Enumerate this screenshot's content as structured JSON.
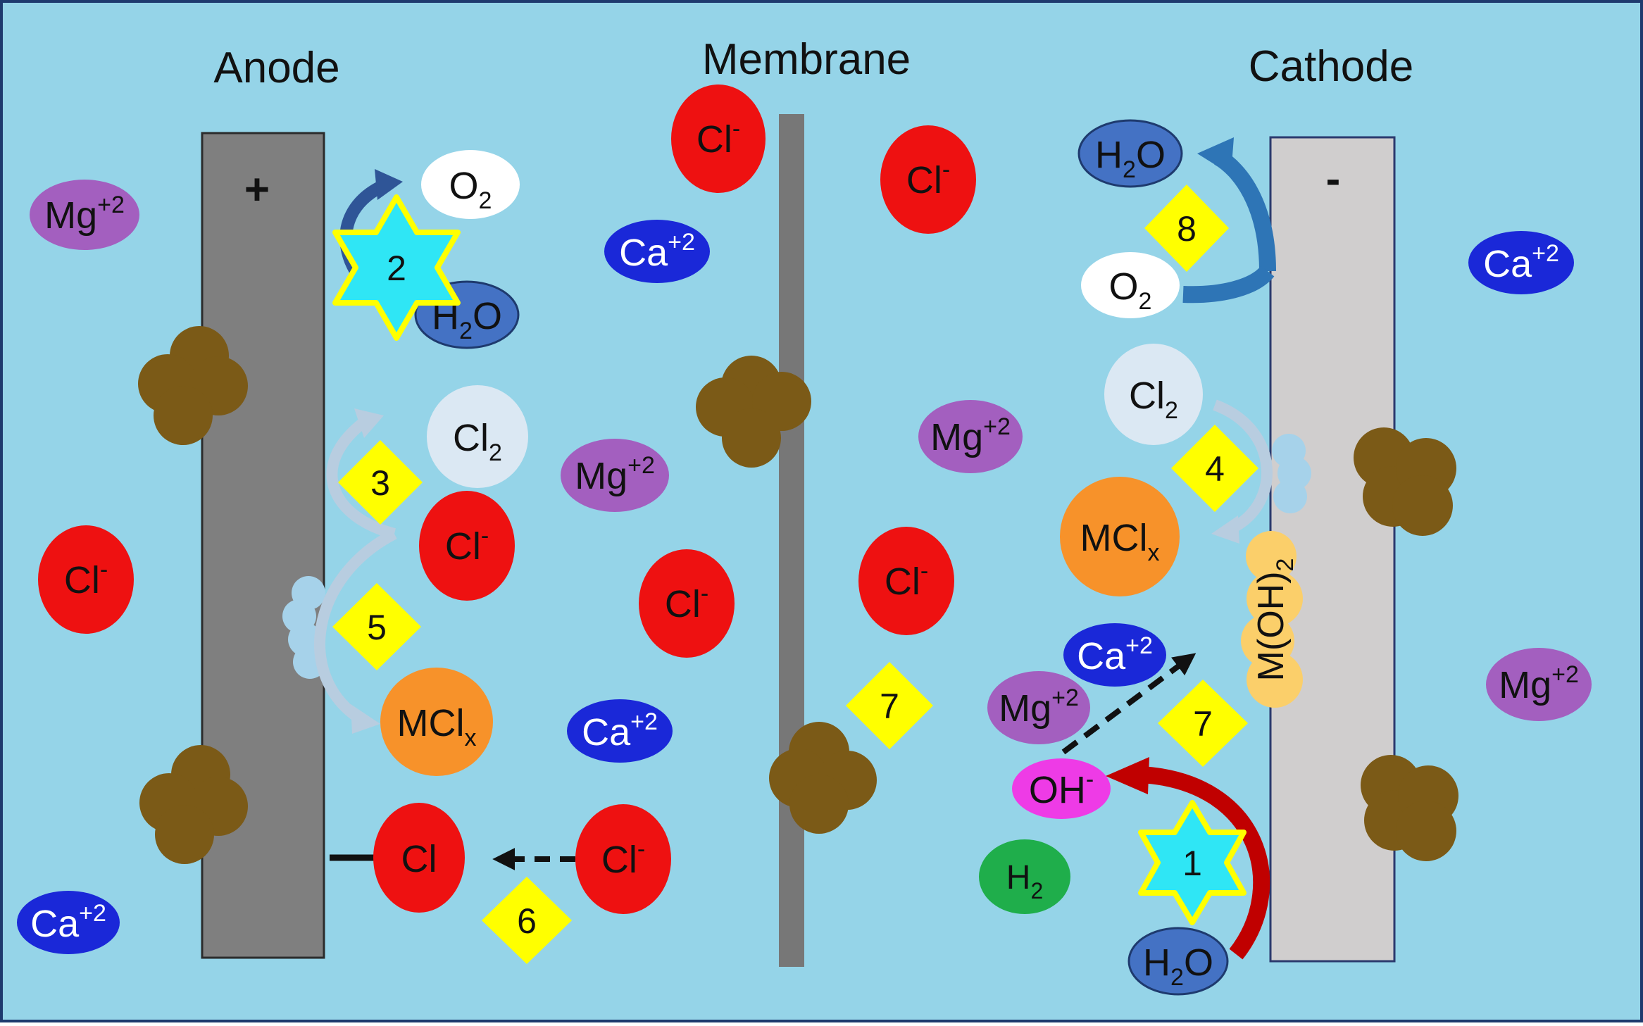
{
  "headers": {
    "anode": "Anode",
    "membrane": "Membrane",
    "cathode": "Cathode"
  },
  "electrodes": {
    "anode_sign": "+",
    "cathode_sign": "-"
  },
  "ions": {
    "cl_minus": "Cl",
    "cl_minus_sup": "-",
    "ca": "Ca",
    "ca_sup": "+2",
    "mg": "Mg",
    "mg_sup": "+2",
    "cl_atom": "Cl",
    "oh": "OH",
    "oh_sup": "-"
  },
  "molecules": {
    "o2_base": "O",
    "o2_sub": "2",
    "h2o_h": "H",
    "h2o_sub": "2",
    "h2o_o": "O",
    "cl2_base": "Cl",
    "cl2_sub": "2",
    "mclx_base": "MCl",
    "mclx_sub": "x",
    "h2_base": "H",
    "h2_sub": "2",
    "moh2_base": "M(OH)",
    "moh2_sub": "2"
  },
  "steps": {
    "s1": "1",
    "s2": "2",
    "s3": "3",
    "s4": "4",
    "s5": "5",
    "s6": "6",
    "s7": "7",
    "s8": "8"
  },
  "colors": {
    "background": "#95d4e8",
    "frame": "#1e3a6e",
    "anode": "#7f7f7f",
    "cathode": "#d0cece",
    "membrane": "#777777",
    "chloride": "#ee1111",
    "calcium": "#1a28d8",
    "magnesium": "#a35fbf",
    "oxygen": "#ffffff",
    "water": "#4472c4",
    "chlorine_gas": "#dbe8f3",
    "metal_chloride": "#f7922a",
    "hydroxide": "#ee3be6",
    "hydrogen": "#1fae4b",
    "metal_hydroxide": "#fbcf6a",
    "deposit": "#7b5a17",
    "step_diamond": "#ffff00",
    "step_star": "#2fe6f5"
  }
}
